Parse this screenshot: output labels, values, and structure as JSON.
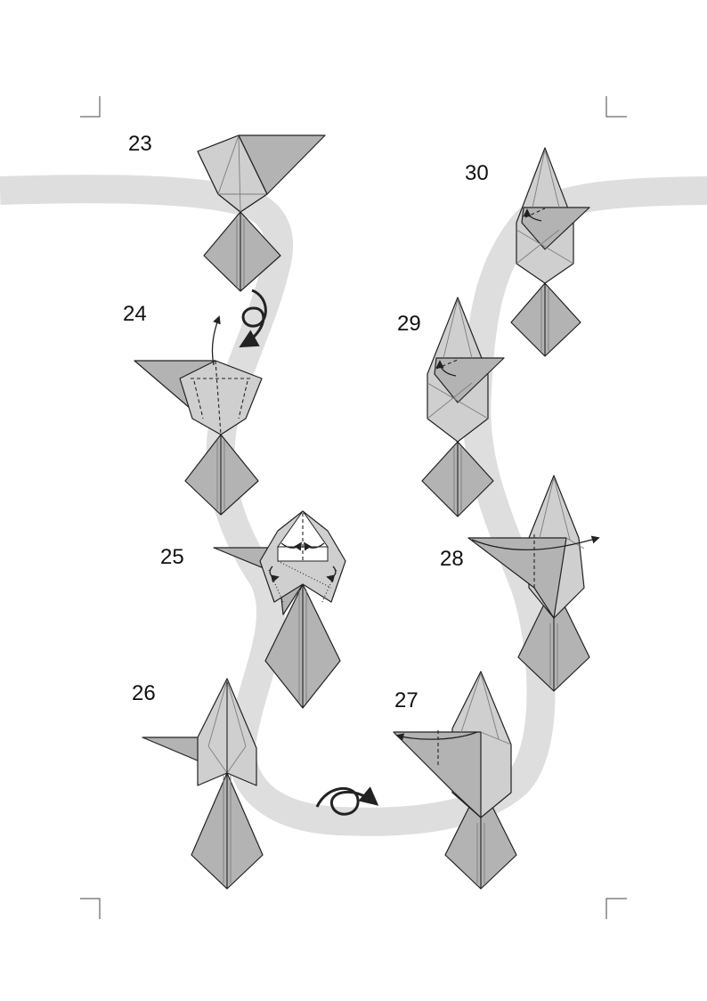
{
  "steps": [
    {
      "number": "23"
    },
    {
      "number": "24"
    },
    {
      "number": "25"
    },
    {
      "number": "26"
    },
    {
      "number": "27"
    },
    {
      "number": "28"
    },
    {
      "number": "29"
    },
    {
      "number": "30"
    }
  ],
  "symbols": {
    "turn_over_1": "turn-model-over-icon",
    "turn_over_2": "turn-model-over-icon"
  },
  "colors": {
    "paper": "#b3b3b3",
    "path_band": "#dedede",
    "outline": "#222222"
  }
}
